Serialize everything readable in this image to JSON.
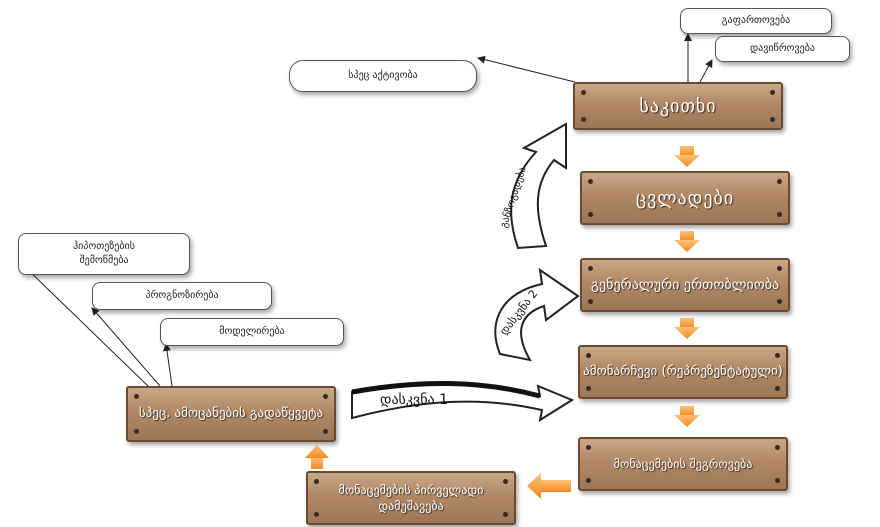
{
  "boxes": {
    "question": "საკითხი",
    "variables": "ცვლადები",
    "population": "გენერალური ერთობლიობა",
    "sample": "ამონარჩევი (რეპრეზენტატული)",
    "collection": "მონაცემების შეგროვება",
    "processing": "მონაცემების პირველადი დამუშავება",
    "tasks": "სპეც. ამოცანების გადაწყვეტა"
  },
  "bubbles": {
    "spec_activity": "სპეც აქტივობა",
    "expansion": "გაფართოვება",
    "narrowing": "დავიწროვება",
    "hypothesis": "ჰიპოთეზების შემოწმება",
    "forecasting": "პროგნოზირება",
    "modeling": "მოდელირება"
  },
  "arrows": {
    "conclusion1": "დასკვნა 1",
    "conclusion2": "დასკვნა 2",
    "generalization": "განზოგადება"
  },
  "colors": {
    "wood": "#b08866",
    "wood_border": "#6a4a32",
    "orange_arrow": "#f5a040"
  }
}
